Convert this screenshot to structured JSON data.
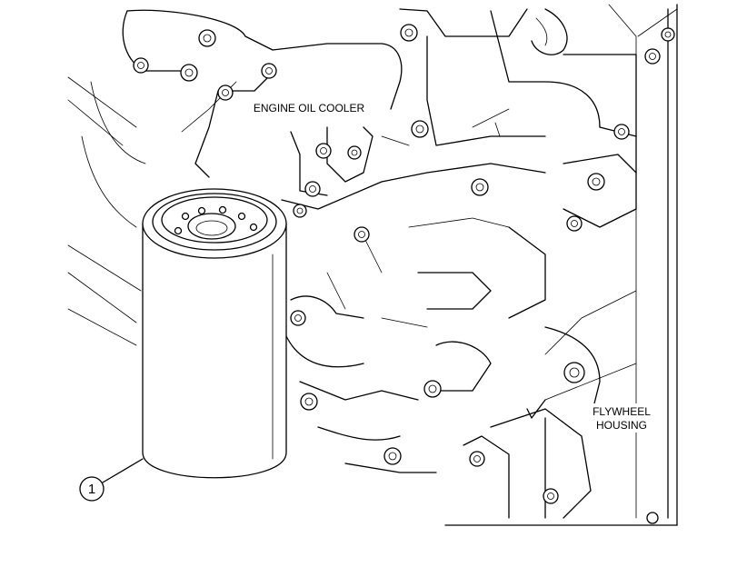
{
  "labels": {
    "engine_oil_cooler": "ENGINE OIL COOLER",
    "flywheel_housing_line1": "FLYWHEEL",
    "flywheel_housing_line2": "HOUSING"
  },
  "callouts": [
    {
      "number": "1",
      "part": "oil-filter"
    }
  ]
}
